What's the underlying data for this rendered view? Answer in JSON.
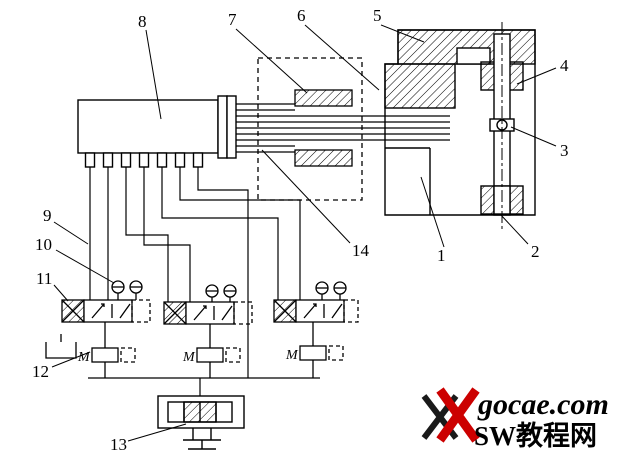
{
  "diagram": {
    "type": "hydraulic-machine-schematic",
    "labels": {
      "n1": "1",
      "n2": "2",
      "n3": "3",
      "n4": "4",
      "n5": "5",
      "n6": "6",
      "n7": "7",
      "n8": "8",
      "n9": "9",
      "n10": "10",
      "n11": "11",
      "n12": "12",
      "n13": "13",
      "n14": "14"
    },
    "motor_labels": {
      "m1": "M",
      "m2": "M",
      "m3": "M"
    },
    "watermark": {
      "site": "gocae.com",
      "site_cn": "SW教程网"
    },
    "colors": {
      "line": "#000000",
      "watermark_red": "#cc0000",
      "watermark_black": "#1a1a1a",
      "background": "#ffffff"
    }
  }
}
